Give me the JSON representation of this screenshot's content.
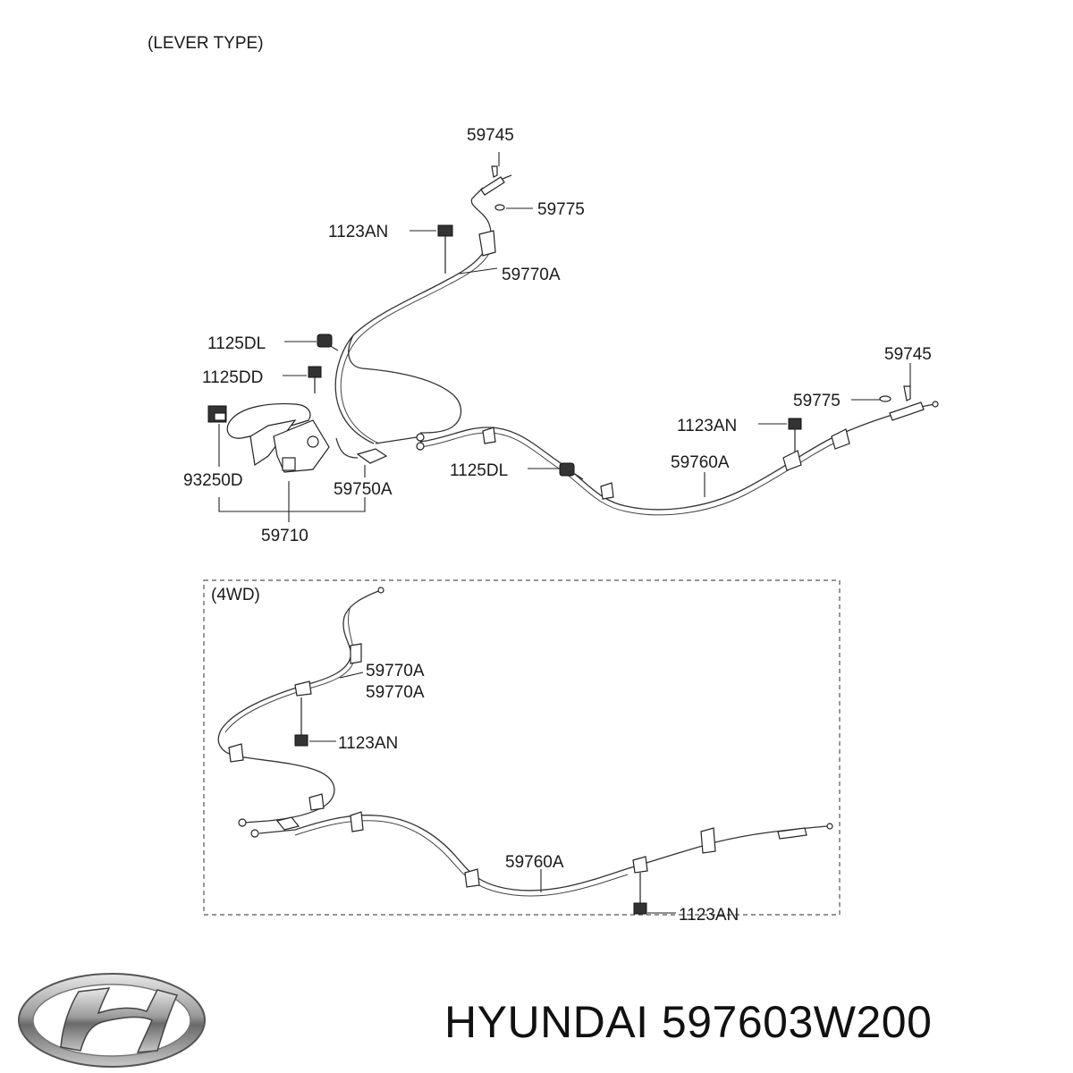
{
  "title": "(LEVER TYPE)",
  "inset_title": "(4WD)",
  "labels": {
    "l_59745_top": "59745",
    "l_59775_top": "59775",
    "l_1123AN_top": "1123AN",
    "l_59770A": "59770A",
    "l_1125DL_left": "1125DL",
    "l_1125DD": "1125DD",
    "l_93250D": "93250D",
    "l_59750A": "59750A",
    "l_59710": "59710",
    "l_1125DL_mid": "1125DL",
    "l_59760A": "59760A",
    "l_1123AN_right": "1123AN",
    "l_59775_right": "59775",
    "l_59745_right": "59745",
    "l_4wd_59770A_1": "59770A",
    "l_4wd_59770A_2": "59770A",
    "l_4wd_1123AN_1": "1123AN",
    "l_4wd_59760A": "59760A",
    "l_4wd_1123AN_2": "1123AN"
  },
  "caption": "HYUNDAI 597603W200",
  "logo_icon": "hyundai-logo-icon"
}
